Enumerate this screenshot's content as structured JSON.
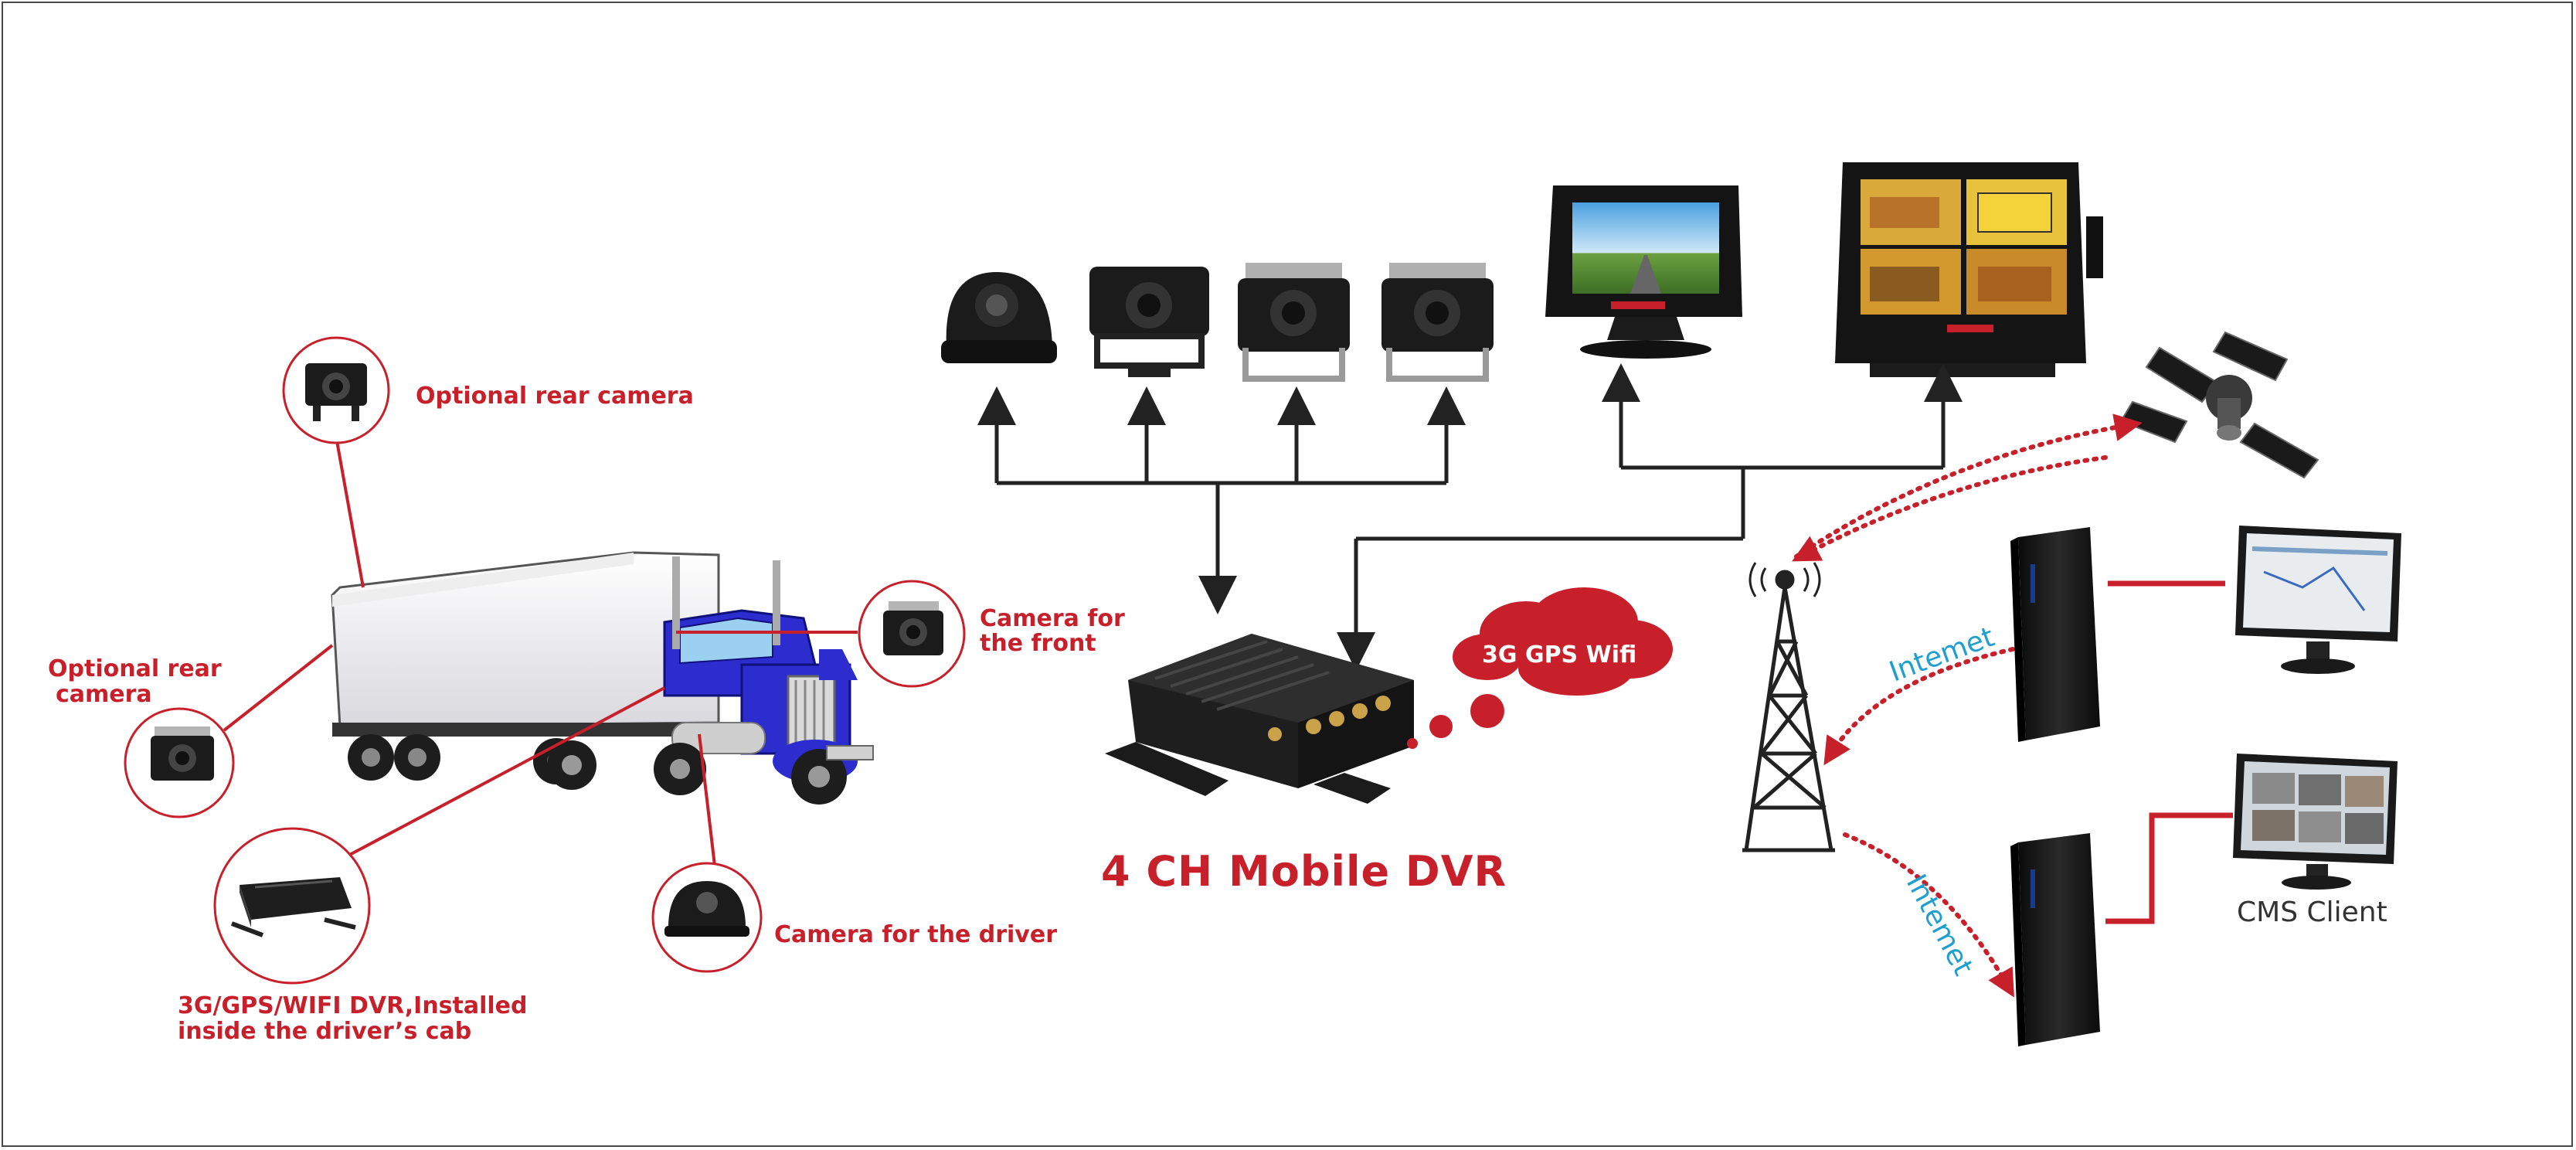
{
  "labels": {
    "optional_rear_camera_top": "Optional rear camera",
    "optional_rear_camera_left_1": "Optional rear",
    "optional_rear_camera_left_2": "camera",
    "camera_front_1": "Camera for",
    "camera_front_2": "the front",
    "camera_driver": "Camera for the driver",
    "dvr_installed_1": "3G/GPS/WIFI DVR,Installed",
    "dvr_installed_2": "inside the driver’s cab",
    "main_title": "4 CH Mobile DVR",
    "cloud": "3G GPS Wifi",
    "internet_1": "Intemet",
    "internet_2": "Intemet",
    "cms_client": "CMS Client"
  },
  "colors": {
    "accent_red": "#c8202a",
    "internet_blue": "#1f9fcf",
    "line_dark": "#222222",
    "truck_blue": "#2c2ccf"
  },
  "icons": [
    "dome-camera-icon",
    "rear-camera-icon",
    "monitor-icon",
    "quad-monitor-icon",
    "satellite-icon",
    "tower-icon",
    "server-icon",
    "pc-monitor-icon",
    "truck-icon",
    "dvr-icon"
  ]
}
